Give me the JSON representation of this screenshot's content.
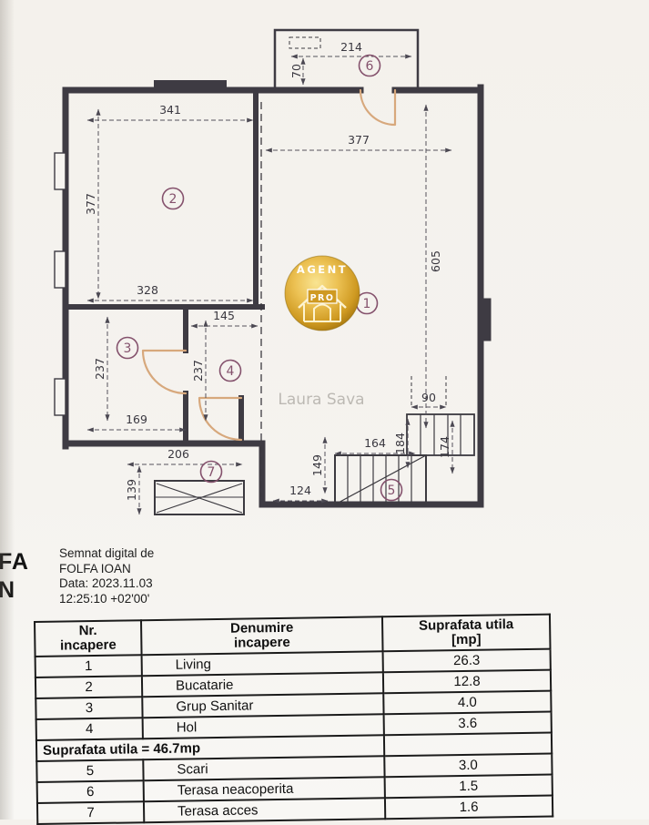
{
  "plan": {
    "rooms": [
      {
        "n": "1"
      },
      {
        "n": "2"
      },
      {
        "n": "3"
      },
      {
        "n": "4"
      },
      {
        "n": "5"
      },
      {
        "n": "6"
      },
      {
        "n": "7"
      }
    ],
    "dims": {
      "d214": "214",
      "d70": "70",
      "d341": "341",
      "d377_room2": "377",
      "d377_room1": "377",
      "d605": "605",
      "d328": "328",
      "d145": "145",
      "d237_room3": "237",
      "d237_room4": "237",
      "d169": "169",
      "d90": "90",
      "d164": "164",
      "d184": "184",
      "d174": "174",
      "d149": "149",
      "d206": "206",
      "d139": "139",
      "d124": "124"
    },
    "watermark": "Laura Sava"
  },
  "logo": {
    "top": "AGENT",
    "badge": "PRO"
  },
  "signature": {
    "cut_line1": "FA",
    "cut_line2": "N",
    "line1": "Semnat digital de",
    "line2": "FOLFA IOAN",
    "line3": "Data: 2023.11.03",
    "line4": "12:25:10 +02'00'"
  },
  "table": {
    "headers": {
      "col1_line1": "Nr.",
      "col1_line2": "incapere",
      "col2_line1": "Denumire",
      "col2_line2": "incapere",
      "col3_line1": "Suprafata utila",
      "col3_line2": "[mp]"
    },
    "rows": [
      {
        "nr": "1",
        "name": "Living",
        "area": "26.3"
      },
      {
        "nr": "2",
        "name": "Bucatarie",
        "area": "12.8"
      },
      {
        "nr": "3",
        "name": "Grup Sanitar",
        "area": "4.0"
      },
      {
        "nr": "4",
        "name": "Hol",
        "area": "3.6"
      }
    ],
    "subtotal": "Suprafata utila = 46.7mp",
    "rows_lower": [
      {
        "nr": "5",
        "name": "Scari",
        "area": "3.0"
      },
      {
        "nr": "6",
        "name": "Terasa neacoperita",
        "area": "1.5"
      },
      {
        "nr": "7",
        "name": "Terasa acces",
        "area": "1.6"
      }
    ]
  }
}
